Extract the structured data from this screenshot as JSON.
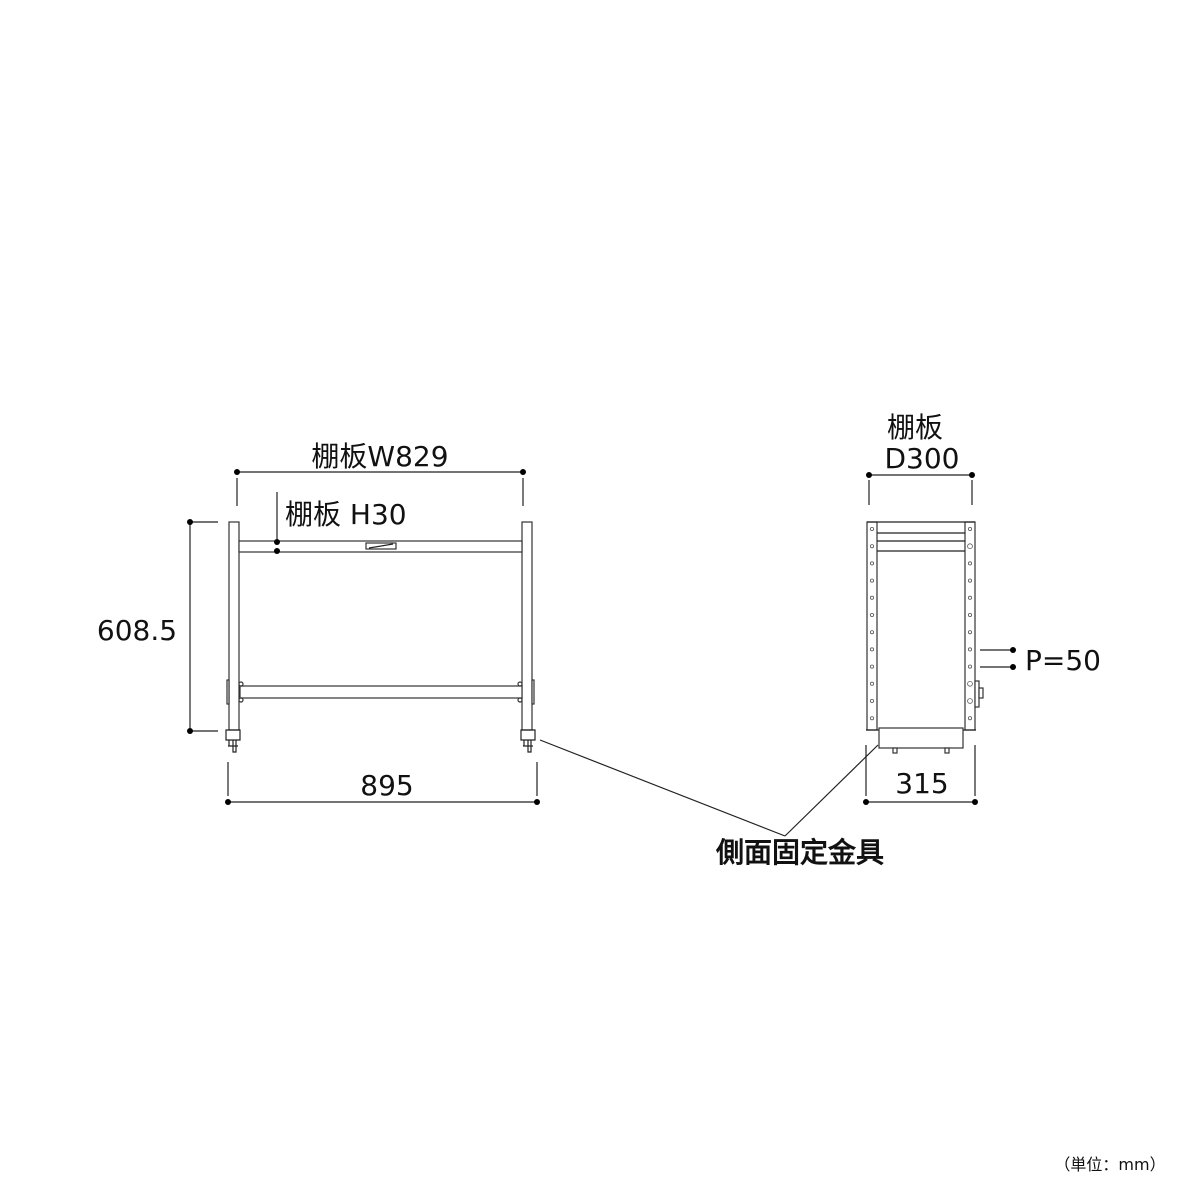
{
  "front_view": {
    "shelf_width_label": "棚板W829",
    "shelf_height_label": "棚板 H30",
    "height_label": "608.5",
    "overall_width_label": "895"
  },
  "side_view": {
    "shelf_depth_label_line1": "棚板",
    "shelf_depth_label_line2": "D300",
    "pitch_label": "P=50",
    "overall_depth_label": "315"
  },
  "callout": {
    "side_fixing_bracket_label": "側面固定金具"
  },
  "unit_note": "（単位：mm）",
  "colors": {
    "line": "#222222",
    "text": "#111111",
    "background": "#ffffff"
  }
}
